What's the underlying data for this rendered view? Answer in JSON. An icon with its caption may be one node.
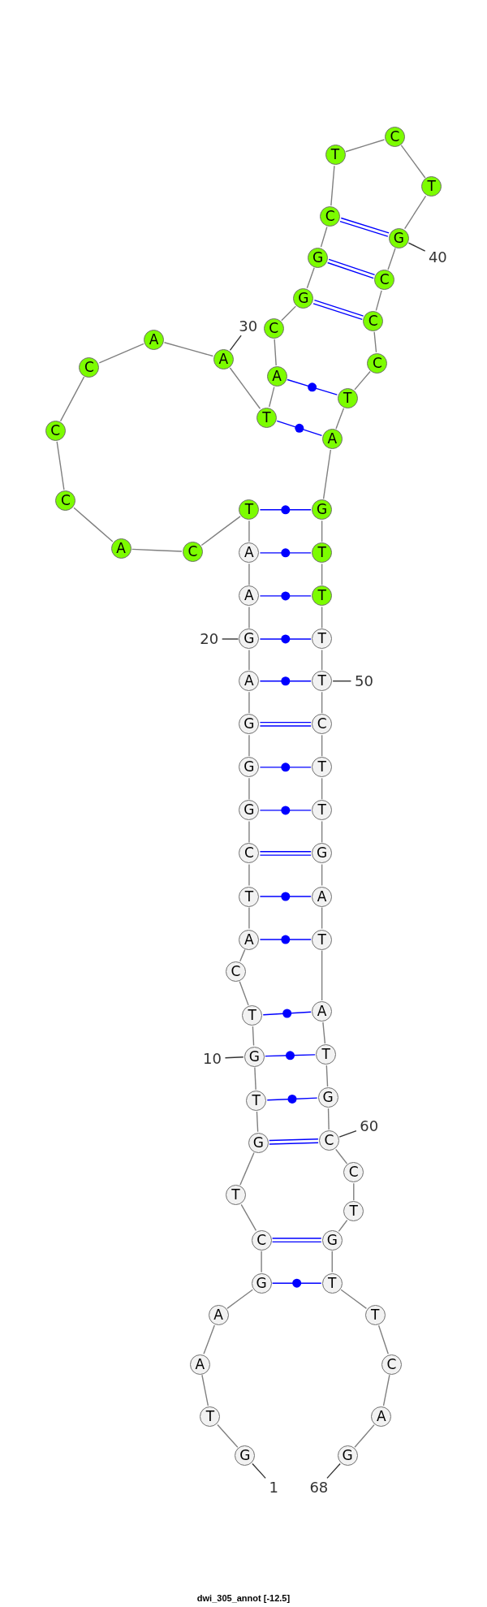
{
  "diagram": {
    "caption": "dwi_305_annot [-12.5]",
    "nodes": [
      {
        "text": [
          "G"
        ]
      },
      {
        "text": [
          "T"
        ]
      },
      {
        "text": [
          "A"
        ]
      },
      {
        "text": [
          "A"
        ]
      },
      {
        "text": [
          "G"
        ]
      },
      {
        "text": [
          "C"
        ]
      },
      {
        "text": [
          "T"
        ]
      },
      {
        "text": [
          "G"
        ]
      },
      {
        "text": [
          "T"
        ]
      },
      {
        "text": [
          "G"
        ]
      },
      {
        "text": [
          "T"
        ]
      },
      {
        "text": [
          "C"
        ]
      },
      {
        "text": [
          "A"
        ]
      },
      {
        "text": [
          "T"
        ]
      },
      {
        "text": [
          "C"
        ]
      },
      {
        "text": [
          "G"
        ]
      },
      {
        "text": [
          "G"
        ]
      },
      {
        "text": [
          "G"
        ]
      },
      {
        "text": [
          "A"
        ]
      },
      {
        "text": [
          "G"
        ]
      },
      {
        "text": [
          "A"
        ]
      },
      {
        "text": [
          "A"
        ]
      },
      {
        "text": [
          "T"
        ]
      },
      {
        "text": [
          "C"
        ]
      },
      {
        "text": [
          "A"
        ]
      },
      {
        "text": [
          "C"
        ]
      },
      {
        "text": [
          "C"
        ]
      },
      {
        "text": [
          "C"
        ]
      },
      {
        "text": [
          "A"
        ]
      },
      {
        "text": [
          "A"
        ]
      },
      {
        "text": [
          "T"
        ]
      },
      {
        "text": [
          "A"
        ]
      },
      {
        "text": [
          "C"
        ]
      },
      {
        "text": [
          "G"
        ]
      },
      {
        "text": [
          "G"
        ]
      },
      {
        "text": [
          "C"
        ]
      },
      {
        "text": [
          "T"
        ]
      },
      {
        "text": [
          "C"
        ]
      },
      {
        "text": [
          "T"
        ]
      },
      {
        "text": [
          "G"
        ]
      },
      {
        "text": [
          "C"
        ]
      },
      {
        "text": [
          "C"
        ]
      },
      {
        "text": [
          "C"
        ]
      },
      {
        "text": [
          "T"
        ]
      },
      {
        "text": [
          "A"
        ]
      },
      {
        "text": [
          "G"
        ]
      },
      {
        "text": [
          "T"
        ]
      },
      {
        "text": [
          "T"
        ]
      },
      {
        "text": [
          "T"
        ]
      },
      {
        "text": [
          "T"
        ]
      },
      {
        "text": [
          "C"
        ]
      },
      {
        "text": [
          "T"
        ]
      },
      {
        "text": [
          "T"
        ]
      },
      {
        "text": [
          "G"
        ]
      },
      {
        "text": [
          "A"
        ]
      },
      {
        "text": [
          "T"
        ]
      },
      {
        "text": [
          "A"
        ]
      },
      {
        "text": [
          "T"
        ]
      },
      {
        "text": [
          "G"
        ]
      },
      {
        "text": [
          "C"
        ]
      },
      {
        "text": [
          "C"
        ]
      },
      {
        "text": [
          "T"
        ]
      },
      {
        "text": [
          "G"
        ]
      },
      {
        "text": [
          "T"
        ]
      },
      {
        "text": [
          "T"
        ]
      },
      {
        "text": [
          "C"
        ]
      },
      {
        "text": [
          "A"
        ]
      },
      {
        "text": [
          "G"
        ]
      },
      {
        "text": [
          "30"
        ]
      },
      {
        "text": [
          "40"
        ]
      },
      {
        "text": [
          "20"
        ]
      },
      {
        "text": [
          "50"
        ]
      },
      {
        "text": [
          "10"
        ]
      },
      {
        "text": [
          "60"
        ]
      },
      {
        "text": [
          "1"
        ]
      },
      {
        "text": [
          "68"
        ]
      }
    ],
    "edges": [
      {
        "from": 0,
        "to": 1,
        "arrow": "none"
      },
      {
        "from": 1,
        "to": 2,
        "arrow": "none"
      },
      {
        "from": 2,
        "to": 3,
        "arrow": "none"
      },
      {
        "from": 3,
        "to": 4,
        "arrow": "none"
      },
      {
        "from": 4,
        "to": 5,
        "arrow": "none"
      },
      {
        "from": 5,
        "to": 6,
        "arrow": "none"
      },
      {
        "from": 6,
        "to": 7,
        "arrow": "none"
      },
      {
        "from": 7,
        "to": 8,
        "arrow": "none"
      },
      {
        "from": 8,
        "to": 9,
        "arrow": "none"
      },
      {
        "from": 9,
        "to": 10,
        "arrow": "none"
      },
      {
        "from": 10,
        "to": 11,
        "arrow": "none"
      },
      {
        "from": 11,
        "to": 12,
        "arrow": "none"
      },
      {
        "from": 12,
        "to": 13,
        "arrow": "none"
      },
      {
        "from": 13,
        "to": 14,
        "arrow": "none"
      },
      {
        "from": 14,
        "to": 15,
        "arrow": "none"
      },
      {
        "from": 15,
        "to": 16,
        "arrow": "none"
      },
      {
        "from": 16,
        "to": 17,
        "arrow": "none"
      },
      {
        "from": 17,
        "to": 18,
        "arrow": "none"
      },
      {
        "from": 18,
        "to": 19,
        "arrow": "none"
      },
      {
        "from": 19,
        "to": 20,
        "arrow": "none"
      },
      {
        "from": 20,
        "to": 21,
        "arrow": "none"
      },
      {
        "from": 21,
        "to": 22,
        "arrow": "none"
      },
      {
        "from": 22,
        "to": 23,
        "arrow": "none"
      },
      {
        "from": 23,
        "to": 24,
        "arrow": "none"
      },
      {
        "from": 24,
        "to": 25,
        "arrow": "none"
      },
      {
        "from": 25,
        "to": 26,
        "arrow": "none"
      },
      {
        "from": 26,
        "to": 27,
        "arrow": "none"
      },
      {
        "from": 27,
        "to": 28,
        "arrow": "none"
      },
      {
        "from": 28,
        "to": 29,
        "arrow": "none"
      },
      {
        "from": 29,
        "to": 30,
        "arrow": "none"
      },
      {
        "from": 30,
        "to": 31,
        "arrow": "none"
      },
      {
        "from": 31,
        "to": 32,
        "arrow": "none"
      },
      {
        "from": 32,
        "to": 33,
        "arrow": "none"
      },
      {
        "from": 33,
        "to": 34,
        "arrow": "none"
      },
      {
        "from": 34,
        "to": 35,
        "arrow": "none"
      },
      {
        "from": 35,
        "to": 36,
        "arrow": "none"
      },
      {
        "from": 36,
        "to": 37,
        "arrow": "none"
      },
      {
        "from": 37,
        "to": 38,
        "arrow": "none"
      },
      {
        "from": 38,
        "to": 39,
        "arrow": "none"
      },
      {
        "from": 39,
        "to": 40,
        "arrow": "none"
      },
      {
        "from": 40,
        "to": 41,
        "arrow": "none"
      },
      {
        "from": 41,
        "to": 42,
        "arrow": "none"
      },
      {
        "from": 42,
        "to": 43,
        "arrow": "none"
      },
      {
        "from": 43,
        "to": 44,
        "arrow": "none"
      },
      {
        "from": 44,
        "to": 45,
        "arrow": "none"
      },
      {
        "from": 45,
        "to": 46,
        "arrow": "none"
      },
      {
        "from": 46,
        "to": 47,
        "arrow": "none"
      },
      {
        "from": 47,
        "to": 48,
        "arrow": "none"
      },
      {
        "from": 48,
        "to": 49,
        "arrow": "none"
      },
      {
        "from": 49,
        "to": 50,
        "arrow": "none"
      },
      {
        "from": 50,
        "to": 51,
        "arrow": "none"
      },
      {
        "from": 51,
        "to": 52,
        "arrow": "none"
      },
      {
        "from": 52,
        "to": 53,
        "arrow": "none"
      },
      {
        "from": 53,
        "to": 54,
        "arrow": "none"
      },
      {
        "from": 54,
        "to": 55,
        "arrow": "none"
      },
      {
        "from": 55,
        "to": 56,
        "arrow": "none"
      },
      {
        "from": 56,
        "to": 57,
        "arrow": "none"
      },
      {
        "from": 57,
        "to": 58,
        "arrow": "none"
      },
      {
        "from": 58,
        "to": 59,
        "arrow": "none"
      },
      {
        "from": 59,
        "to": 60,
        "arrow": "none"
      },
      {
        "from": 60,
        "to": 61,
        "arrow": "none"
      },
      {
        "from": 61,
        "to": 62,
        "arrow": "none"
      },
      {
        "from": 62,
        "to": 63,
        "arrow": "none"
      },
      {
        "from": 63,
        "to": 64,
        "arrow": "none"
      },
      {
        "from": 64,
        "to": 65,
        "arrow": "none"
      },
      {
        "from": 65,
        "to": 66,
        "arrow": "none"
      },
      {
        "from": 66,
        "to": 67,
        "arrow": "none"
      },
      {
        "from": 35,
        "to": 39,
        "arrow": "none",
        "color": "#0000ff"
      },
      {
        "from": 34,
        "to": 40,
        "arrow": "none",
        "color": "#0000ff"
      },
      {
        "from": 33,
        "to": 41,
        "arrow": "none",
        "color": "#0000ff"
      },
      {
        "from": 31,
        "to": 43,
        "arrow": "none",
        "color": "#0000ff"
      },
      {
        "from": 30,
        "to": 44,
        "arrow": "none",
        "color": "#0000ff"
      },
      {
        "from": 22,
        "to": 45,
        "arrow": "none",
        "color": "#0000ff"
      },
      {
        "from": 21,
        "to": 46,
        "arrow": "none",
        "color": "#0000ff"
      },
      {
        "from": 20,
        "to": 47,
        "arrow": "none",
        "color": "#0000ff"
      },
      {
        "from": 19,
        "to": 48,
        "arrow": "none",
        "color": "#0000ff"
      },
      {
        "from": 18,
        "to": 49,
        "arrow": "none",
        "color": "#0000ff"
      },
      {
        "from": 17,
        "to": 50,
        "arrow": "none",
        "color": "#0000ff"
      },
      {
        "from": 16,
        "to": 51,
        "arrow": "none",
        "color": "#0000ff"
      },
      {
        "from": 15,
        "to": 52,
        "arrow": "none",
        "color": "#0000ff"
      },
      {
        "from": 14,
        "to": 53,
        "arrow": "none",
        "color": "#0000ff"
      },
      {
        "from": 13,
        "to": 54,
        "arrow": "none",
        "color": "#0000ff"
      },
      {
        "from": 12,
        "to": 55,
        "arrow": "none",
        "color": "#0000ff"
      },
      {
        "from": 10,
        "to": 56,
        "arrow": "none",
        "color": "#0000ff"
      },
      {
        "from": 9,
        "to": 57,
        "arrow": "none",
        "color": "#0000ff"
      },
      {
        "from": 8,
        "to": 58,
        "arrow": "none",
        "color": "#0000ff"
      },
      {
        "from": 7,
        "to": 59,
        "arrow": "none",
        "color": "#0000ff"
      },
      {
        "from": 5,
        "to": 62,
        "arrow": "none",
        "color": "#0000ff"
      },
      {
        "from": 4,
        "to": 63,
        "arrow": "none",
        "color": "#0000ff"
      },
      {
        "from": 68,
        "to": 29,
        "arrow": "none",
        "color": "#333333"
      },
      {
        "from": 69,
        "to": 39,
        "arrow": "none",
        "color": "#333333"
      },
      {
        "from": 70,
        "to": 19,
        "arrow": "none",
        "color": "#333333"
      },
      {
        "from": 71,
        "to": 49,
        "arrow": "none",
        "color": "#333333"
      },
      {
        "from": 72,
        "to": 9,
        "arrow": "none",
        "color": "#333333"
      },
      {
        "from": 73,
        "to": 59,
        "arrow": "none",
        "color": "#333333"
      },
      {
        "from": 74,
        "to": 0,
        "arrow": "none",
        "color": "#333333"
      },
      {
        "from": 75,
        "to": 67,
        "arrow": "none",
        "color": "#333333"
      }
    ]
  }
}
